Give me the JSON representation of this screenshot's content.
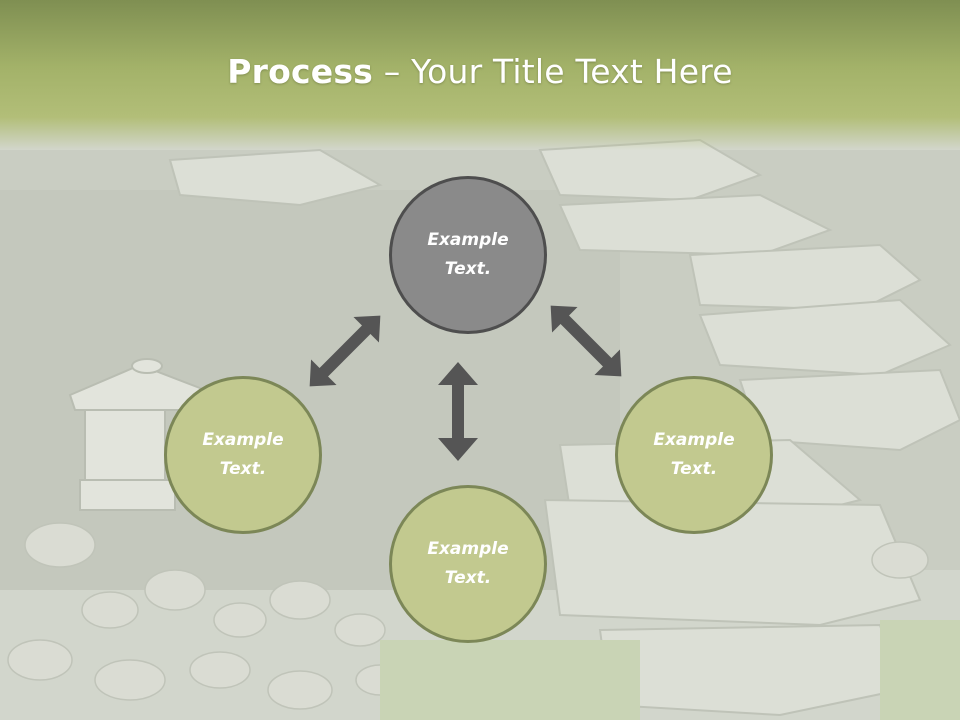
{
  "slide": {
    "title_bold": "Process",
    "title_rest": " – Your Title Text Here"
  },
  "diagram": {
    "center": {
      "label": "Example\nText."
    },
    "nodes": [
      {
        "label": "Example\nText."
      },
      {
        "label": "Example\nText."
      },
      {
        "label": "Example\nText."
      }
    ]
  },
  "colors": {
    "header": "#a3b269",
    "center_fill": "#8a8a8a",
    "center_border": "#4e4e4e",
    "node_fill": "#c2c98f",
    "node_border": "#7c8757",
    "arrow": "#555555"
  }
}
